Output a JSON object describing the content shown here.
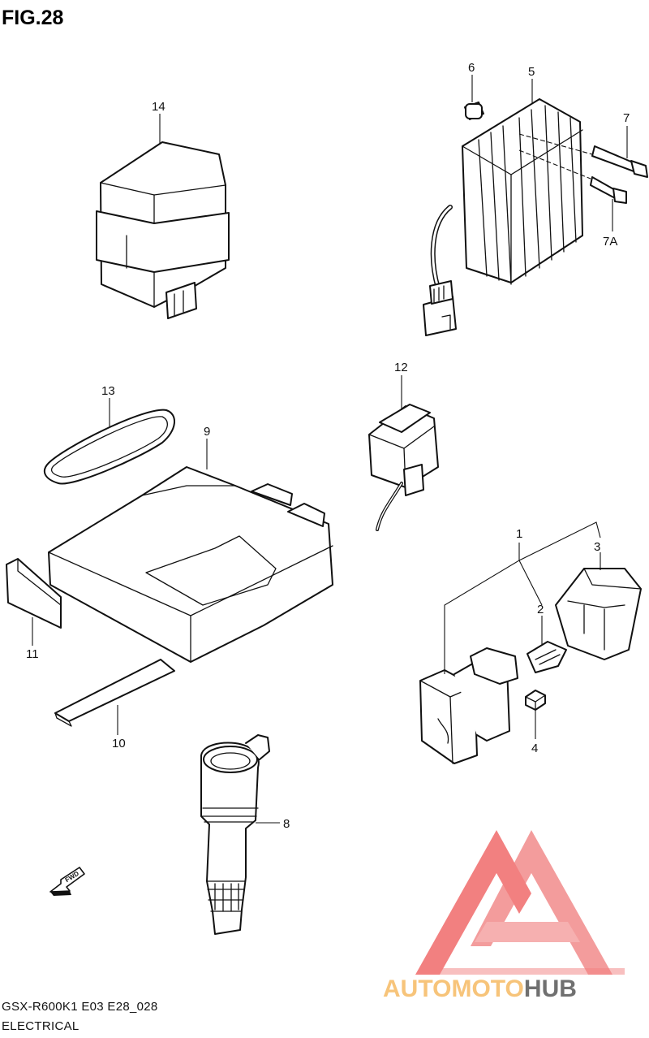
{
  "header": {
    "title": "FIG.28"
  },
  "callouts": {
    "c1": "1",
    "c2": "2",
    "c3": "3",
    "c4": "4",
    "c5": "5",
    "c6": "6",
    "c7": "7",
    "c7a": "7A",
    "c8": "8",
    "c9": "9",
    "c10": "10",
    "c11": "11",
    "c12": "12",
    "c13": "13",
    "c14": "14"
  },
  "direction_marker": {
    "label": "FWD"
  },
  "footer": {
    "model_code": "GSX-R600K1 E03 E28_028",
    "section": "ELECTRICAL"
  },
  "watermark": {
    "part_a": "AUTO",
    "part_b": "MOTO",
    "part_c": "HUB",
    "colors": {
      "triangle": "#f06a6a",
      "auto": "#f7c47a",
      "hub": "#707070"
    }
  }
}
